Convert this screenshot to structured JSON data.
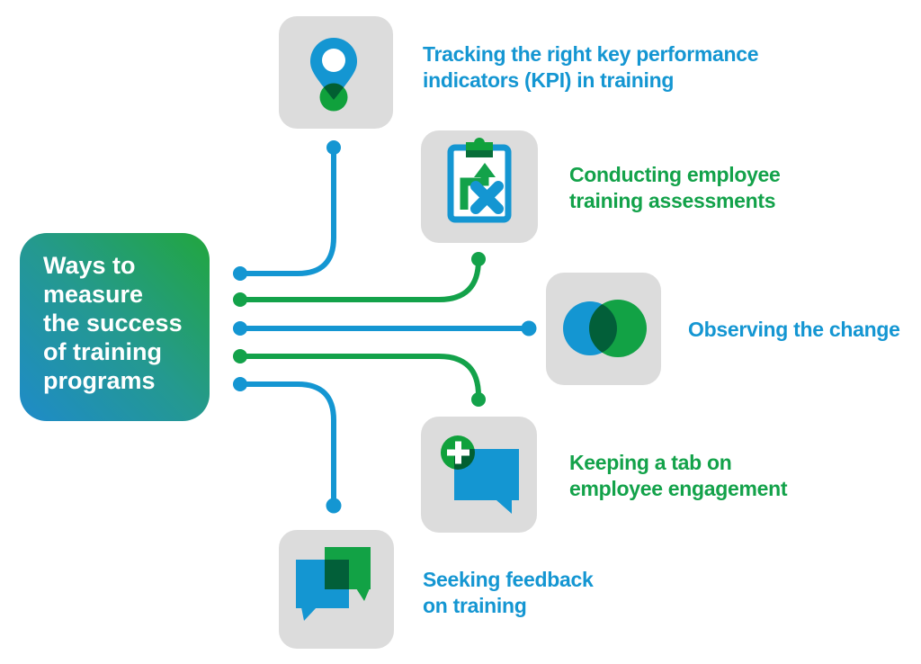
{
  "center": {
    "title": "Ways to measure the success of training programs",
    "lines": [
      "Ways to",
      "measure",
      "the success",
      "of training",
      "programs"
    ]
  },
  "items": [
    {
      "id": "kpi",
      "label": "Tracking the right key performance indicators (KPI) in training",
      "lines": [
        "Tracking the right key performance",
        "indicators (KPI) in training"
      ],
      "color": "blue",
      "icon": "map-pin-icon"
    },
    {
      "id": "assessments",
      "label": "Conducting employee training assessments",
      "lines": [
        "Conducting employee",
        "training assessments"
      ],
      "color": "green",
      "icon": "clipboard-plan-icon"
    },
    {
      "id": "change",
      "label": "Observing the change",
      "lines": [
        "Observing the change"
      ],
      "color": "blue",
      "icon": "venn-circles-icon"
    },
    {
      "id": "engagement",
      "label": "Keeping a tab on employee engagement",
      "lines": [
        "Keeping a tab on",
        "employee engagement"
      ],
      "color": "green",
      "icon": "chat-add-icon"
    },
    {
      "id": "feedback",
      "label": "Seeking feedback on training",
      "lines": [
        "Seeking feedback",
        "on training"
      ],
      "color": "blue",
      "icon": "chat-bubbles-icon"
    }
  ],
  "colors": {
    "blue": "#1496d2",
    "green": "#13a24a",
    "dark_green": "#0b6b3a",
    "tile_gray": "#dcdcdc",
    "gradient_blue": "#1e8bc9",
    "gradient_teal": "#24998f",
    "gradient_green": "#22a63e",
    "title_text": "#ffffff"
  }
}
